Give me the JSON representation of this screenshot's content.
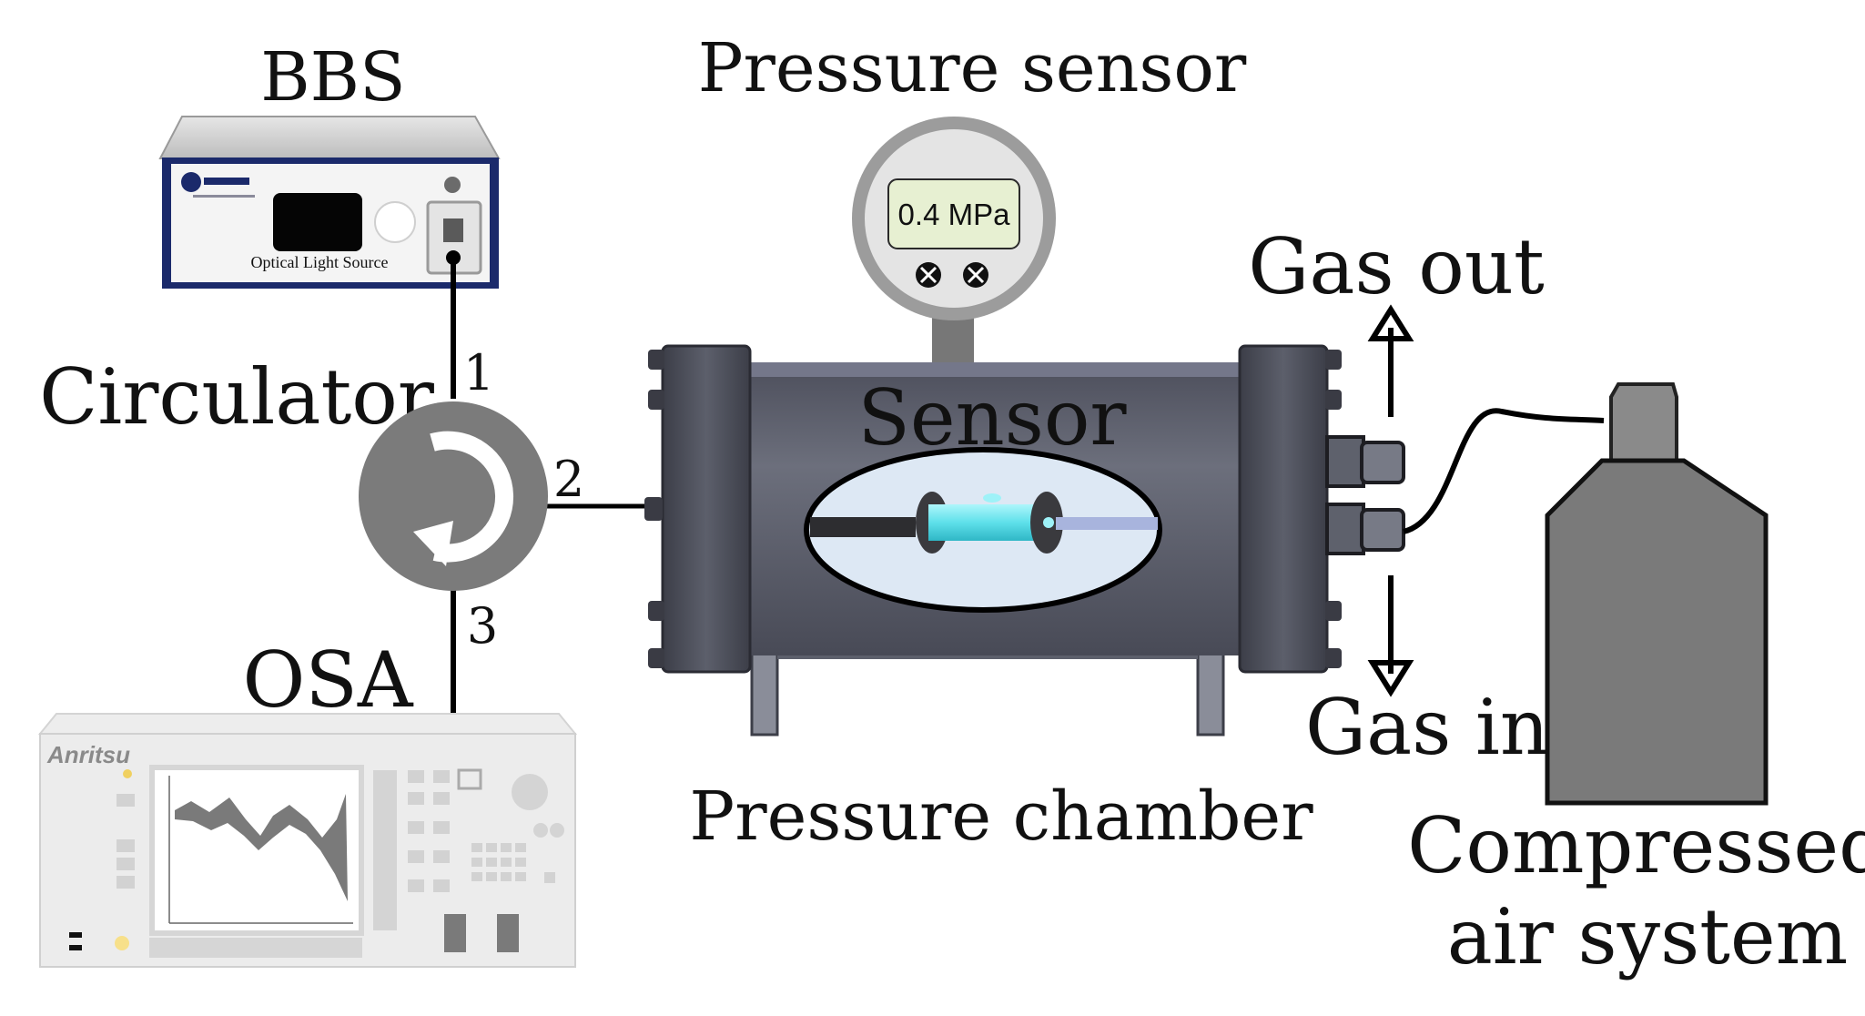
{
  "labels": {
    "bbs": "BBS",
    "bbs_panel": "Optical Light Source",
    "pressure_sensor": "Pressure sensor",
    "gauge_reading": "0.4 MPa",
    "circulator": "Circulator",
    "port1": "1",
    "port2": "2",
    "port3": "3",
    "osa": "OSA",
    "osa_brand": "Anritsu",
    "sensor": "Sensor",
    "pressure_chamber": "Pressure chamber",
    "gas_out": "Gas out",
    "gas_in": "Gas in",
    "compressed_line1": "Compressed",
    "compressed_line2": "air system"
  },
  "colors": {
    "chamber": "#61636f",
    "chamber_dark": "#2f3038",
    "circulator": "#7b7b7b",
    "tank": "#7a7a7a",
    "bbs_frame": "#1b2a6b",
    "sensor_glow": "#6fe6ef",
    "window": "#dde8f4"
  }
}
